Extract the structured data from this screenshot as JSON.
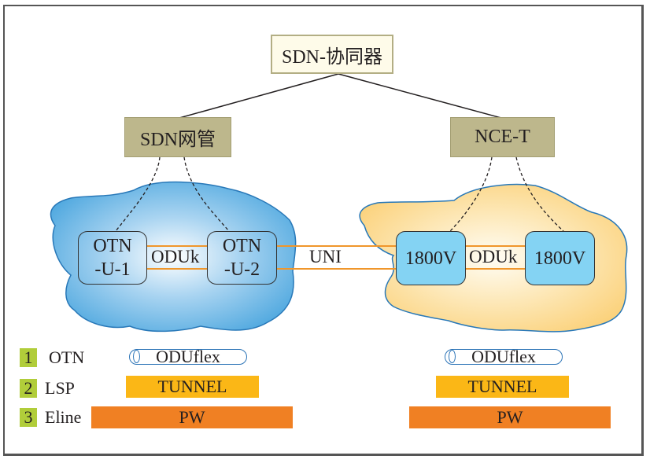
{
  "diagram": {
    "controller": {
      "label": "SDN-协同器"
    },
    "managers": [
      {
        "label": "SDN网管"
      },
      {
        "label": "NCE-T"
      }
    ],
    "domains": [
      {
        "name": "otn-domain",
        "cloud_color": "#4fa8df",
        "nodes": [
          {
            "line1": "OTN",
            "line2": "-U-1"
          },
          {
            "line1": "OTN",
            "line2": "-U-2"
          }
        ],
        "inner_link_label": "ODUk"
      },
      {
        "name": "1800v-domain",
        "cloud_color": "#fcd98a",
        "nodes": [
          {
            "line1": "1800V"
          },
          {
            "line1": "1800V"
          }
        ],
        "inner_link_label": "ODUk"
      }
    ],
    "inter_domain_link_label": "UNI",
    "colors": {
      "link_orange": "#f0962b",
      "legend_number_bg": "#b1cd3a",
      "tunnel": "#fbb716",
      "pw": "#f08023",
      "pipe_stroke": "#2c74b7",
      "node_1800v": "#84d3f3",
      "manager_box": "#bdb78c",
      "controller_box": "#fefbe9"
    }
  },
  "legend": [
    {
      "num": "1",
      "name": "OTN",
      "left_label": "ODUflex",
      "right_label": "ODUflex"
    },
    {
      "num": "2",
      "name": "LSP",
      "left_label": "TUNNEL",
      "right_label": "TUNNEL"
    },
    {
      "num": "3",
      "name": "Eline",
      "left_label": "PW",
      "right_label": "PW"
    }
  ]
}
